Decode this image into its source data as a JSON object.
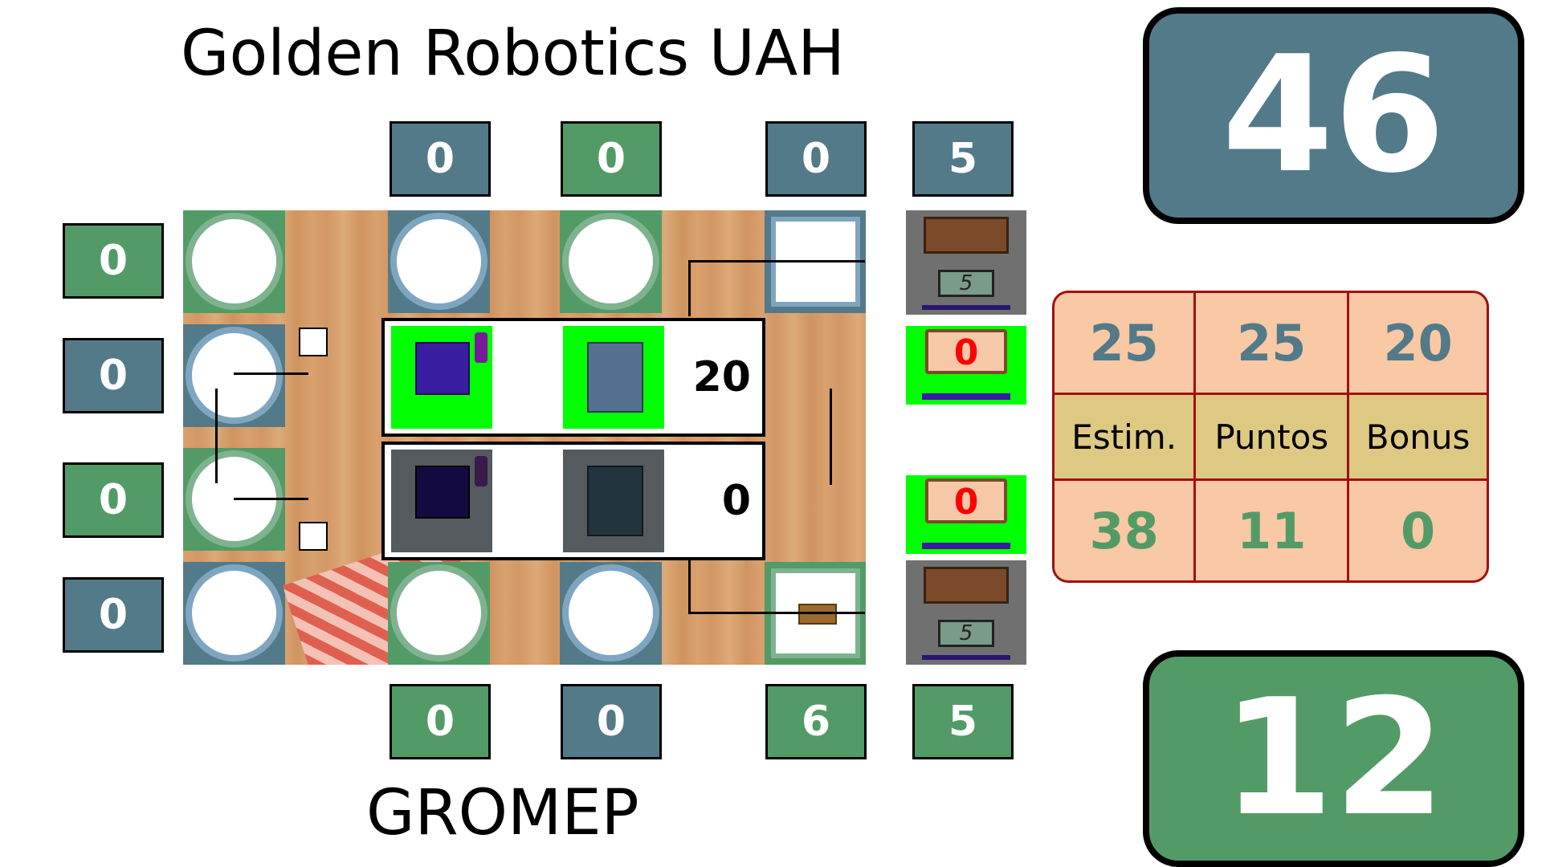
{
  "teams": {
    "top_name": "Golden Robotics UAH",
    "bottom_name": "GROMEP"
  },
  "colors": {
    "team_blue": "#537a89",
    "team_green": "#539b66",
    "estimate_bg": "#f9c8a5",
    "estimate_border": "#a01010",
    "label_row_bg": "#ddc982"
  },
  "scores": {
    "top_total": "46",
    "bottom_total": "12"
  },
  "column_scores_top": [
    "0",
    "0",
    "0",
    "5"
  ],
  "column_scores_bottom": [
    "0",
    "0",
    "6",
    "5"
  ],
  "row_scores_left": [
    "0",
    "0",
    "0",
    "0"
  ],
  "robots": {
    "top_points": "20",
    "bottom_points": "0"
  },
  "weights": {
    "top": "0",
    "bottom": "0"
  },
  "scale_display": {
    "top": "5",
    "bottom": "5"
  },
  "estimate_table": {
    "top_row": [
      "25",
      "25",
      "20"
    ],
    "labels": [
      "Estim.",
      "Puntos",
      "Bonus"
    ],
    "bottom_row": [
      "38",
      "11",
      "0"
    ]
  }
}
